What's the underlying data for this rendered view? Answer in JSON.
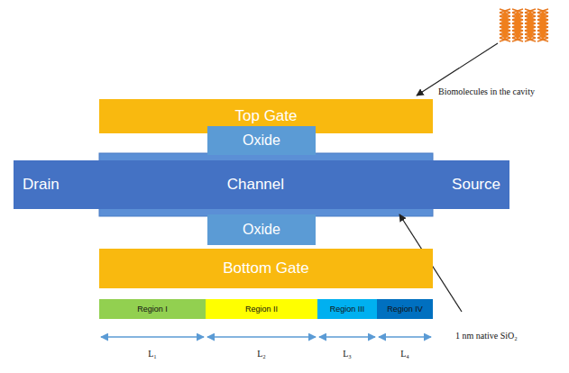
{
  "diagram": {
    "nodes": [
      {
        "text": [
          "Top Gate"
        ]
      },
      {
        "text": [
          "Oxide"
        ]
      },
      {
        "text": [
          "Drain",
          "Channel",
          "Source"
        ]
      },
      {
        "text": [
          "Oxide"
        ]
      },
      {
        "text": [
          "Bottom Gate"
        ]
      },
      {
        "text": [
          "Region I"
        ]
      },
      {
        "text": [
          "Region II"
        ]
      },
      {
        "text": [
          "Region III"
        ]
      },
      {
        "text": [
          "Region IV"
        ]
      }
    ],
    "labels": [
      "Biomolecules in the cavity",
      "1 nm native SiO₂",
      "L₁",
      "L₂",
      "L₃",
      "L₄"
    ]
  }
}
